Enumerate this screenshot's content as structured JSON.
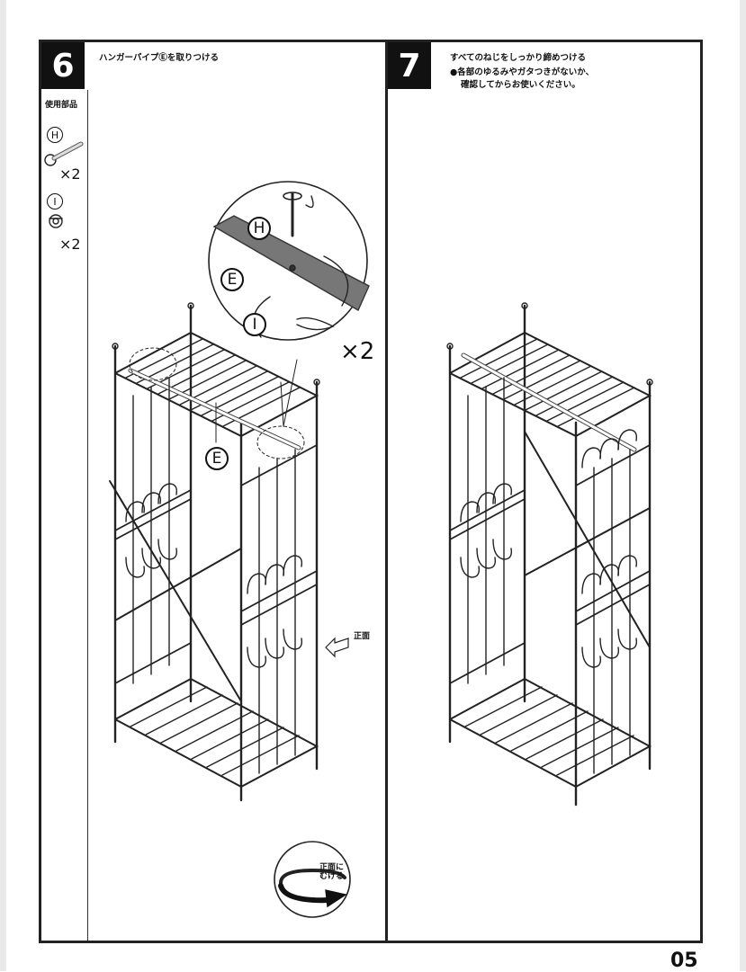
{
  "steps": [
    {
      "number": "6",
      "instruction": "ハンガーパイプⒺを取りつける"
    },
    {
      "number": "7",
      "instruction": "すべてのねじをしっかり締めつける",
      "note_line1": "●各部のゆるみやガタつきがないか、",
      "note_line2": "確認してからお使いください。"
    }
  ],
  "parts": {
    "label": "使用部品",
    "items": [
      {
        "letter": "H",
        "qty": "×2",
        "icon": "screw-icon"
      },
      {
        "letter": "I",
        "qty": "×2",
        "icon": "nut-icon"
      }
    ]
  },
  "callout": {
    "letter_h": "H",
    "letter_e": "E",
    "letter_i": "I",
    "qty": "×2"
  },
  "rack_label_e": "E",
  "front_label": "正面",
  "turn_label_line1": "正面に",
  "turn_label_line2": "むける",
  "page_number": "05"
}
